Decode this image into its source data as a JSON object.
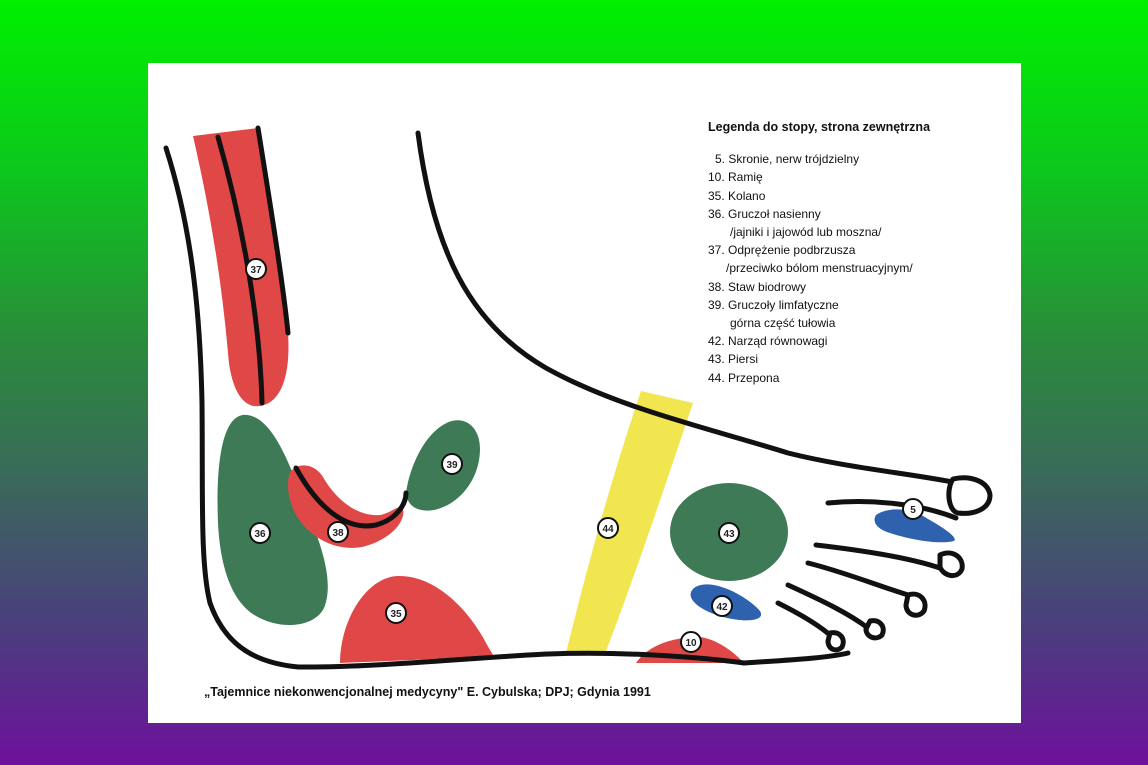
{
  "legend": {
    "title": "Legenda do stopy, strona zewnętrzna",
    "items": [
      {
        "text": " 5. Skronie, nerw trójdzielny"
      },
      {
        "text": "10. Ramię"
      },
      {
        "text": "35. Kolano"
      },
      {
        "text": "36. Gruczoł nasienny"
      },
      {
        "text": "/jajniki i jajowód lub moszna/",
        "sub": true
      },
      {
        "text": "37. Odprężenie podbrzusza"
      },
      {
        "text": "/przeciwko bólom menstruacyjnym/",
        "sub": true
      },
      {
        "text": "38. Staw biodrowy"
      },
      {
        "text": "39. Gruczoły limfatyczne"
      },
      {
        "text": "górna część tułowia",
        "sub": true
      },
      {
        "text": "42. Narząd równowagi"
      },
      {
        "text": "43. Piersi"
      },
      {
        "text": "44. Przepona"
      }
    ]
  },
  "zones": [
    {
      "id": "zone-37",
      "label": "37",
      "color": "#e04848"
    },
    {
      "id": "zone-36",
      "label": "36",
      "color": "#3e7a55"
    },
    {
      "id": "zone-38",
      "label": "38",
      "color": "#e04848"
    },
    {
      "id": "zone-39",
      "label": "39",
      "color": "#3e7a55"
    },
    {
      "id": "zone-35",
      "label": "35",
      "color": "#e04848"
    },
    {
      "id": "zone-44",
      "label": "44",
      "color": "#f2e650"
    },
    {
      "id": "zone-43",
      "label": "43",
      "color": "#3e7a55"
    },
    {
      "id": "zone-42",
      "label": "42",
      "color": "#2e62ae"
    },
    {
      "id": "zone-10",
      "label": "10",
      "color": "#e04848"
    },
    {
      "id": "zone-5",
      "label": "5",
      "color": "#2e62ae"
    }
  ],
  "citation": "„Tajemnice niekonwencjonalnej medycyny\" E. Cybulska; DPJ; Gdynia 1991"
}
